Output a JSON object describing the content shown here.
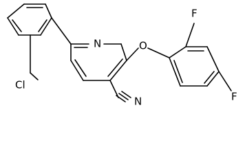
{
  "molecule": {
    "atoms": {
      "pyridine_n": "N",
      "ether_o": "O",
      "chlorine": "Cl",
      "fluorine_top": "F",
      "fluorine_right": "F",
      "nitrile_n": "N"
    }
  }
}
